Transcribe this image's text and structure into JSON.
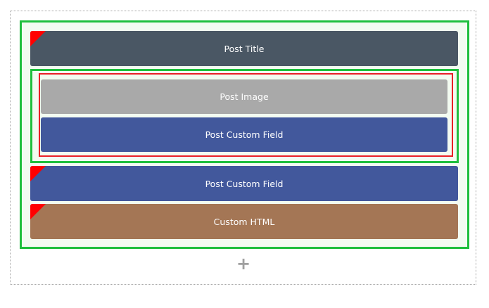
{
  "blocks": {
    "post_title": "Post Title",
    "post_image": "Post Image",
    "post_custom_field_inner": "Post Custom Field",
    "post_custom_field": "Post Custom Field",
    "custom_html": "Custom HTML"
  },
  "add_button": {
    "icon": "plus-icon",
    "label": "+"
  },
  "colors": {
    "container_border": "#1fbf3d",
    "container_bg": "#f3fbf1",
    "selection_border": "#ea1f27",
    "corner_marker": "#ff0000",
    "post_title_bg": "#4a5764",
    "post_image_bg": "#a9a9a9",
    "custom_field_bg": "#42589c",
    "custom_html_bg": "#a47655"
  }
}
